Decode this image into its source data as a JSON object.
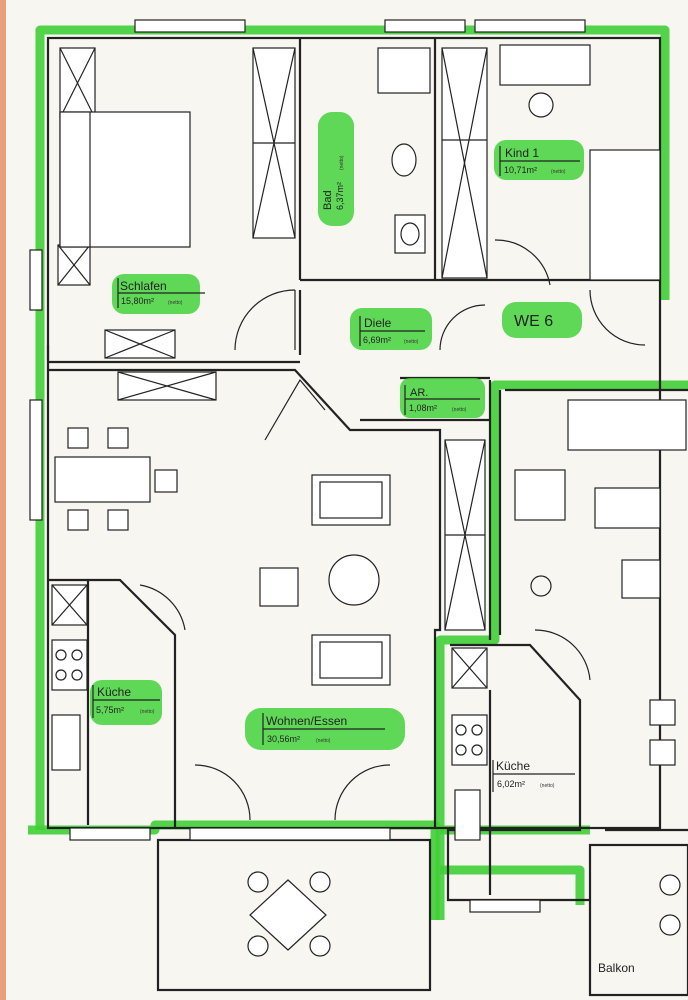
{
  "plan": {
    "unit_label": "WE 6",
    "rooms": [
      {
        "id": "schlafen",
        "name": "Schlafen",
        "area": "15,80m²",
        "note": "(netto)"
      },
      {
        "id": "bad",
        "name": "Bad",
        "area": "6,37m²",
        "note": "(netto)"
      },
      {
        "id": "kind1",
        "name": "Kind  1",
        "area": "10,71m²",
        "note": "(netto)"
      },
      {
        "id": "diele",
        "name": "Diele",
        "area": "6,69m²",
        "note": "(netto)"
      },
      {
        "id": "ar",
        "name": "AR.",
        "area": "1,08m²",
        "note": "(netto)"
      },
      {
        "id": "kueche1",
        "name": "Küche",
        "area": "5,75m²",
        "note": "(netto)"
      },
      {
        "id": "wohnen",
        "name": "Wohnen/Essen",
        "area": "30,56m²",
        "note": "(netto)"
      },
      {
        "id": "kueche2",
        "name": "Küche",
        "area": "6,02m²",
        "note": "(netto)"
      }
    ],
    "balcony_label": "Balkon",
    "colors": {
      "highlight": "#45d23c",
      "ink": "#222222",
      "paper": "#f7f6f1"
    }
  }
}
